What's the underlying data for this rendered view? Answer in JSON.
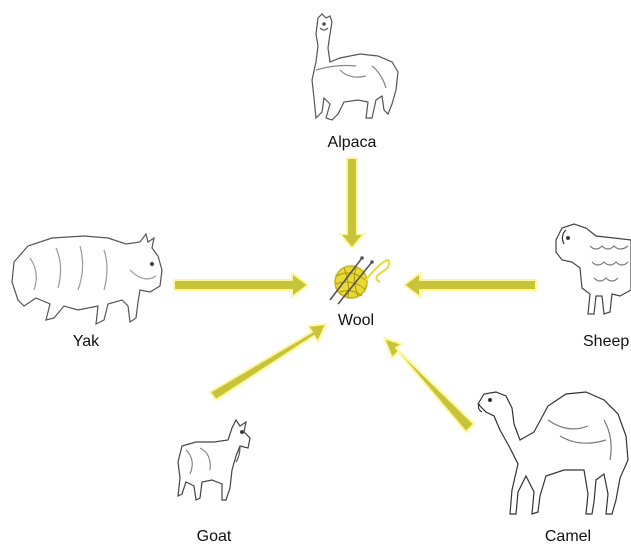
{
  "diagram": {
    "center_label": "Wool",
    "sources": [
      {
        "label": "Alpaca",
        "icon": "alpaca-icon"
      },
      {
        "label": "Yak",
        "icon": "yak-icon"
      },
      {
        "label": "Sheep",
        "icon": "sheep-icon"
      },
      {
        "label": "Goat",
        "icon": "goat-icon"
      },
      {
        "label": "Camel",
        "icon": "camel-icon"
      }
    ],
    "center_icon": "yarn-ball-icon",
    "colors": {
      "arrow_fill": "#c8c43a",
      "arrow_stroke": "#fff7a0",
      "yarn": "#e8d935"
    }
  }
}
